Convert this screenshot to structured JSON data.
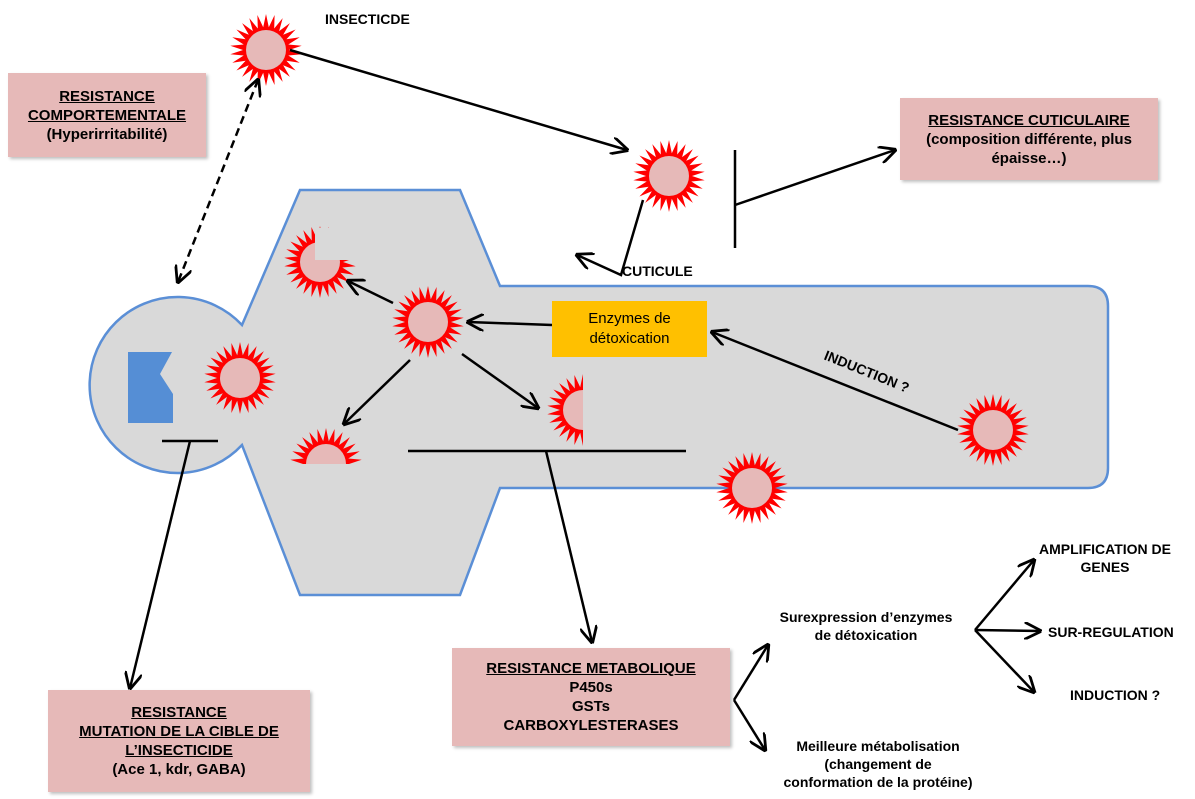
{
  "labels": {
    "insecticide": "INSECTICDE",
    "cuticule": "CUTICULE",
    "induction_arrow": "INDUCTION ?",
    "enzymes_line1": "Enzymes de",
    "enzymes_line2": "détoxication"
  },
  "boxes": {
    "comportementale": {
      "title_line1": "RESISTANCE",
      "title_line2": "COMPORTEMENTALE",
      "detail": "(Hyperirritabilité)"
    },
    "cuticulaire": {
      "title": "RESISTANCE CUTICULAIRE",
      "detail_line1": "(composition différente, plus",
      "detail_line2": "épaisse…)"
    },
    "mutation": {
      "title_line1": "RESISTANCE",
      "title_line2": "MUTATION DE LA CIBLE DE",
      "title_line3": "L’INSECTICIDE",
      "detail": "(Ace 1, kdr, GABA)"
    },
    "metabolique": {
      "title": "RESISTANCE METABOLIQUE",
      "item1": "P450s",
      "item2": "GSTs",
      "item3": "CARBOXYLESTERASES"
    }
  },
  "branches": {
    "surexpression_line1": "Surexpression d’enzymes",
    "surexpression_line2": "de détoxication",
    "amplification_line1": "AMPLIFICATION DE",
    "amplification_line2": "GENES",
    "surregulation": "SUR-REGULATION",
    "induction": "INDUCTION ?",
    "metabolisation_line1": "Meilleure métabolisation",
    "metabolisation_line2": "(changement de",
    "metabolisation_line3": "conformation de la protéine)"
  },
  "colors": {
    "cell_fill": "#d9d9d9",
    "cell_stroke": "#5b8fd6",
    "box_fill": "#e6b9b8",
    "enzyme_fill": "#ffc000",
    "molecule_outer": "#ff0000",
    "molecule_inner": "#e6b9b8",
    "receptor": "#558ed5"
  }
}
